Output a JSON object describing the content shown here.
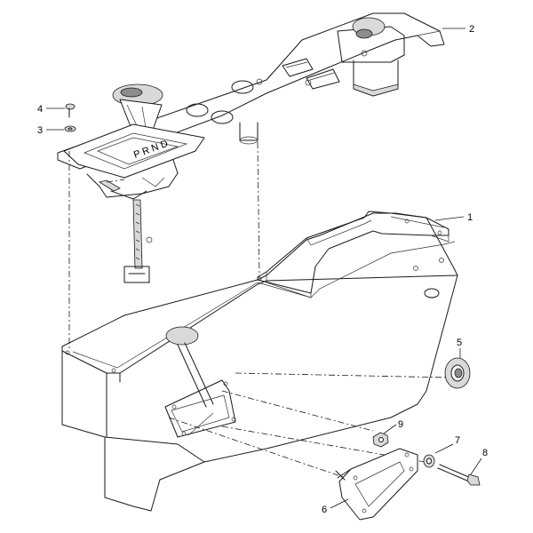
{
  "callouts": [
    {
      "id": "1",
      "part": "console-cover"
    },
    {
      "id": "2",
      "part": "top-bracket"
    },
    {
      "id": "3",
      "part": "washer"
    },
    {
      "id": "4",
      "part": "screw"
    },
    {
      "id": "5",
      "part": "grommet"
    },
    {
      "id": "6",
      "part": "gasket-plate"
    },
    {
      "id": "7",
      "part": "lock-washer"
    },
    {
      "id": "8",
      "part": "bolt"
    },
    {
      "id": "9",
      "part": "nut"
    }
  ]
}
